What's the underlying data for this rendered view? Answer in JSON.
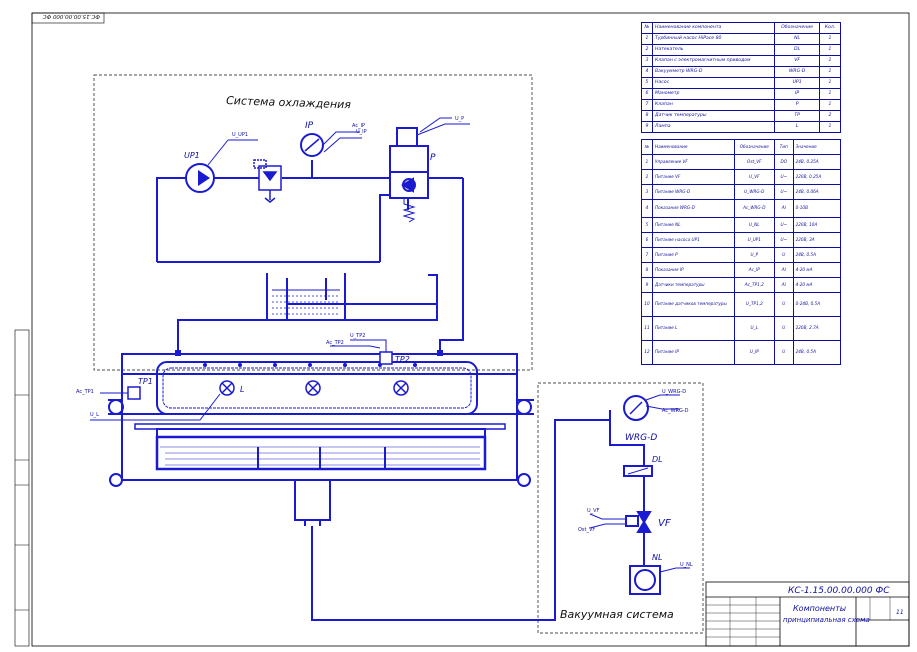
{
  "stamp": {
    "corner": "ФС.15.00.00.000 ФС",
    "code": "КС-1.15.00.00.000 ФС",
    "title_line1": "Компоненты",
    "title_line2": "принципиальная схема",
    "sheet_count": "11"
  },
  "labels": {
    "cooling_system": "Система охлаждения",
    "vacuum_system": "Вакуумная система",
    "pump": "UP1",
    "manometer": "IP",
    "valve": "P",
    "vacuum_gauge": "WRG-D",
    "leak_valve": "DL",
    "vent_valve": "VF",
    "vacuum_pump": "NL",
    "tp1": "TP1",
    "tp2": "TP2",
    "lamp": "L",
    "sig_u_up1": "U_UP1",
    "sig_ac_ip": "Ac_IP",
    "sig_u_ip": "U_IP",
    "sig_u_p": "U_P",
    "sig_u_tp2": "U_TP2",
    "sig_ac_tp2": "Ac_TP2",
    "sig_ac_tp1": "Ac_TP1",
    "sig_u_l": "U_L",
    "sig_u_wrg": "U_WRG-D",
    "sig_ac_wrg": "Ac_WRG-D",
    "sig_u_vf": "U_VF",
    "sig_ost_vf": "Ost_VF",
    "sig_u_nl": "U_NL"
  },
  "table1": {
    "headers": [
      "№",
      "Наименование компонента",
      "Обозначение",
      "Кол."
    ],
    "rows": [
      [
        "1",
        "Турбинный насос HiPace 80",
        "NL",
        "1"
      ],
      [
        "2",
        "Натекатель",
        "DL",
        "1"
      ],
      [
        "3",
        "Клапан с электромагнитным приводом",
        "VF",
        "1"
      ],
      [
        "4",
        "Вакуумметр WRG-D",
        "WRG-D",
        "1"
      ],
      [
        "5",
        "Насос",
        "UP1",
        "1"
      ],
      [
        "6",
        "Манометр",
        "IP",
        "1"
      ],
      [
        "7",
        "Клапан",
        "P",
        "1"
      ],
      [
        "8",
        "Датчик температуры",
        "TP",
        "2"
      ],
      [
        "9",
        "Лампа",
        "L",
        "1"
      ]
    ]
  },
  "table2": {
    "headers": [
      "№",
      "Наименование",
      "Обозначение",
      "Тип",
      "Значение"
    ],
    "rows": [
      [
        "1",
        "Управление VF",
        "Ost_VF",
        "DO",
        "24В, 0.25А"
      ],
      [
        "2",
        "Питание VF",
        "U_VF",
        "U~",
        "220В, 0.25А"
      ],
      [
        "3",
        "Питание WRG-D",
        "U_WRG-D",
        "U~",
        "24В, 0.06А"
      ],
      [
        "4",
        "Показания WRG-D",
        "Ac_WRG-D",
        "AI",
        "0-10В"
      ],
      [
        "5",
        "Питание NL",
        "U_NL",
        "U~",
        "220В, 10А"
      ],
      [
        "6",
        "Питание насоса UP1",
        "U_UP1",
        "U~",
        "220В, 3А"
      ],
      [
        "7",
        "Питание P",
        "U_P",
        "U",
        "24В, 0.5А"
      ],
      [
        "8",
        "Показания IP",
        "Ac_IP",
        "AI",
        "4-20 мА"
      ],
      [
        "9",
        "Датчики температуры",
        "Ac_TP1,2",
        "AI",
        "4-20 мА"
      ],
      [
        "10",
        "Питание датчиков температуры",
        "U_TP1,2",
        "U",
        "0-24В, 0.5А"
      ],
      [
        "11",
        "Питание L",
        "U_L",
        "U",
        "220В, 2.7А"
      ],
      [
        "12",
        "Питание IP",
        "U_IP",
        "U",
        "24В, 0.5А"
      ]
    ]
  },
  "colors": {
    "line": "#1a1ad0",
    "dash": "#111111",
    "text": "#1010a0"
  }
}
